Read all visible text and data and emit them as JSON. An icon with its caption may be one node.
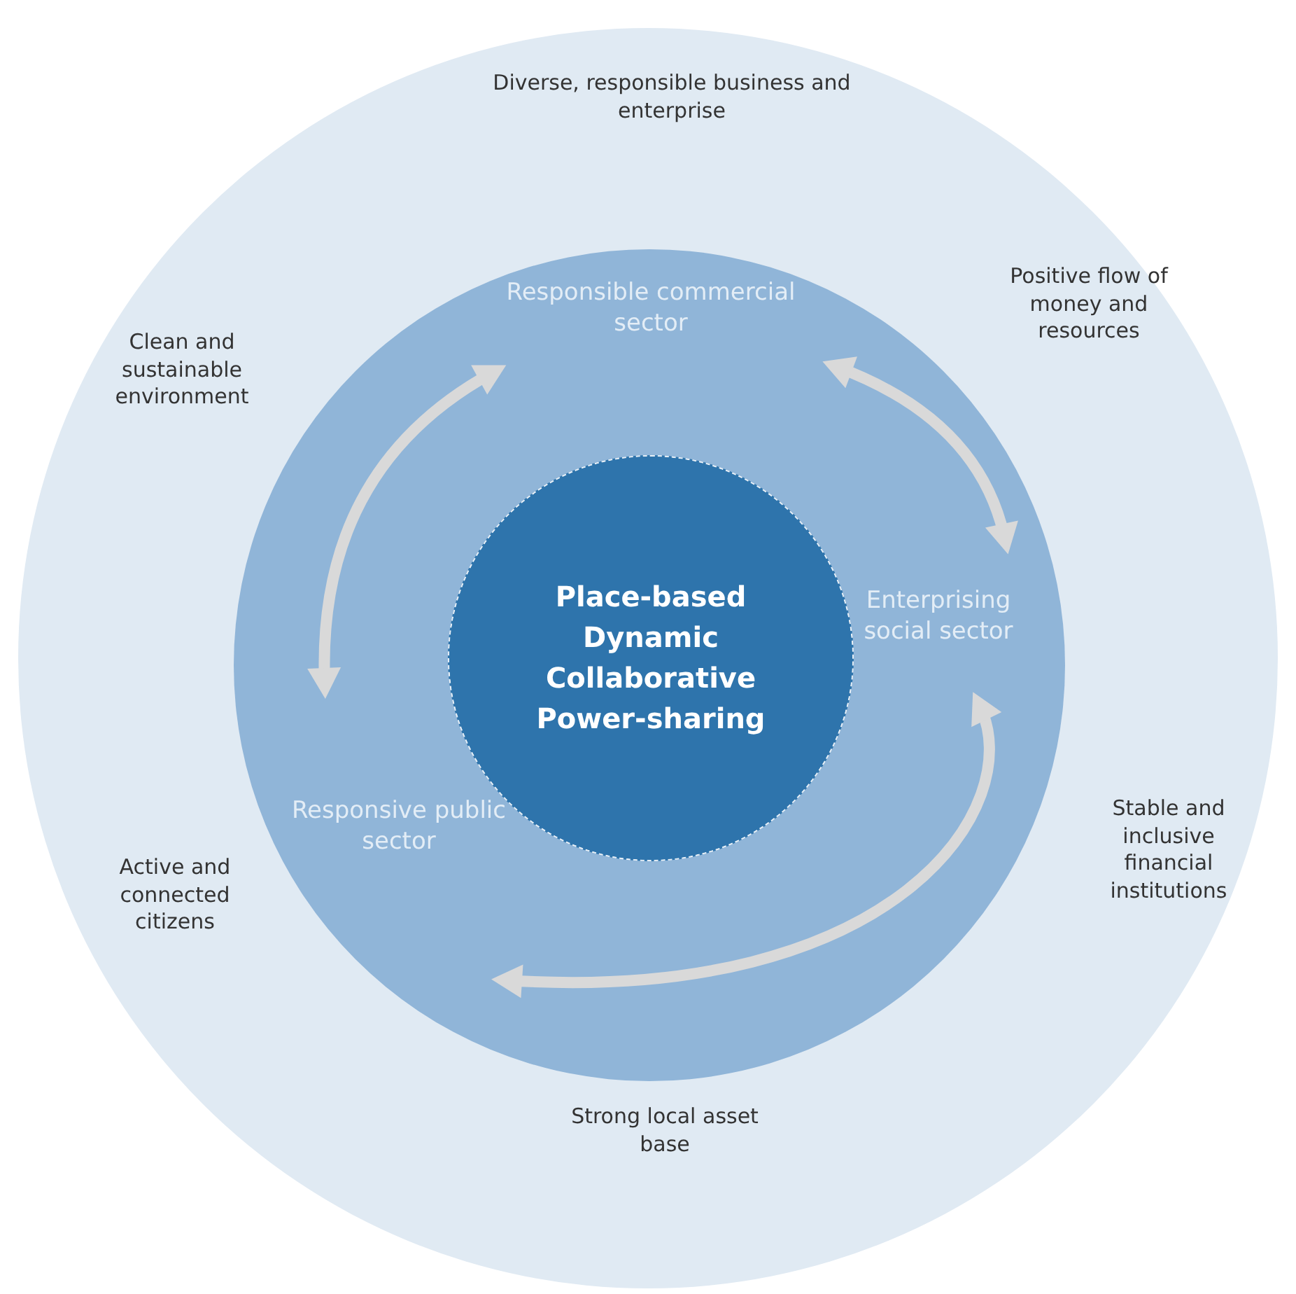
{
  "diagram": {
    "nodes": [
      {
        "text": [
          "Diverse, responsible business and enterprise",
          "Positive flow of money and resources",
          "Clean and sustainable environment",
          "Stable and inclusive financial institutions",
          "Active and connected citizens",
          "Strong local asset base"
        ]
      },
      {
        "text": [],
        "shape": "circle",
        "in": 0
      },
      {
        "text": [
          "Place-based Dynamic Collaborative Power-sharing"
        ],
        "in": 1
      },
      {
        "text": [
          "Responsible commercial sector"
        ],
        "in": 1
      },
      {
        "text": [
          "Enterprising social sector"
        ],
        "in": 1
      },
      {
        "text": [
          "Responsive public sector"
        ],
        "in": 1
      }
    ],
    "edges": [
      {
        "from": 3,
        "to": 5,
        "arrow": "both"
      },
      {
        "from": 3,
        "to": 4,
        "arrow": "both"
      },
      {
        "from": 4,
        "to": 5,
        "arrow": "both"
      }
    ]
  }
}
